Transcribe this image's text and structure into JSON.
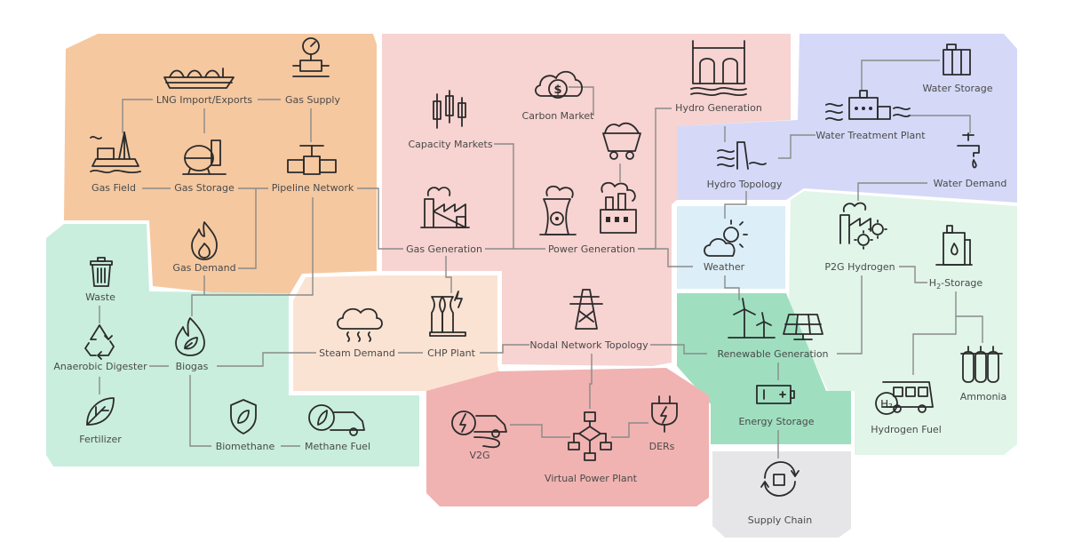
{
  "colors": {
    "gas": "#f5c8a0",
    "power": "#f7d3d1",
    "water": "#d5d9f7",
    "biogas": "#c9eedd",
    "steam": "#fbe3d3",
    "weather": "#dceef7",
    "renewable": "#9fdfc0",
    "hydrogen": "#e1f5e9",
    "vpp": "#f0b3b1",
    "supply": "#e6e6e9",
    "link": "#8a8a8a",
    "icon": "#2b2b2b",
    "text": "#4a4a4a"
  },
  "nodes": {
    "lng": "LNG Import/Exports",
    "gas_supply": "Gas Supply",
    "gas_field": "Gas Field",
    "gas_storage": "Gas Storage",
    "pipeline": "Pipeline Network",
    "gas_demand": "Gas Demand",
    "capacity": "Capacity Markets",
    "carbon": "Carbon Market",
    "hydro_gen": "Hydro Generation",
    "water_storage": "Water Storage",
    "water_treatment": "Water Treatment Plant",
    "water_demand": "Water Demand",
    "hydro_topology": "Hydro Topology",
    "gas_generation": "Gas Generation",
    "power_generation": "Power Generation",
    "weather": "Weather",
    "p2g": "P2G Hydrogen",
    "h2_storage_prefix": "H",
    "h2_storage_sub": "2",
    "h2_storage_suffix": "-Storage",
    "waste": "Waste",
    "anaerobic": "Anaerobic Digester",
    "biogas": "Biogas",
    "fertilizer": "Fertilizer",
    "biomethane": "Biomethane",
    "methane_fuel": "Methane Fuel",
    "steam_demand": "Steam Demand",
    "chp": "CHP Plant",
    "nodal": "Nodal Network Topology",
    "renewable": "Renewable Generation",
    "energy_storage": "Energy Storage",
    "ammonia": "Ammonia",
    "hydrogen_fuel": "Hydrogen Fuel",
    "v2g": "V2G",
    "ders": "DERs",
    "vpp": "Virtual Power Plant",
    "supply_chain": "Supply Chain"
  },
  "icon_glyphs": {
    "carbon": "$",
    "bus": "H₂"
  }
}
